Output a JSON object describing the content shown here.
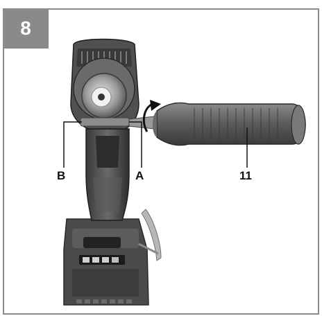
{
  "figure": {
    "step_number": "8",
    "callouts": {
      "b": "B",
      "a": "A",
      "handle": "11"
    }
  }
}
